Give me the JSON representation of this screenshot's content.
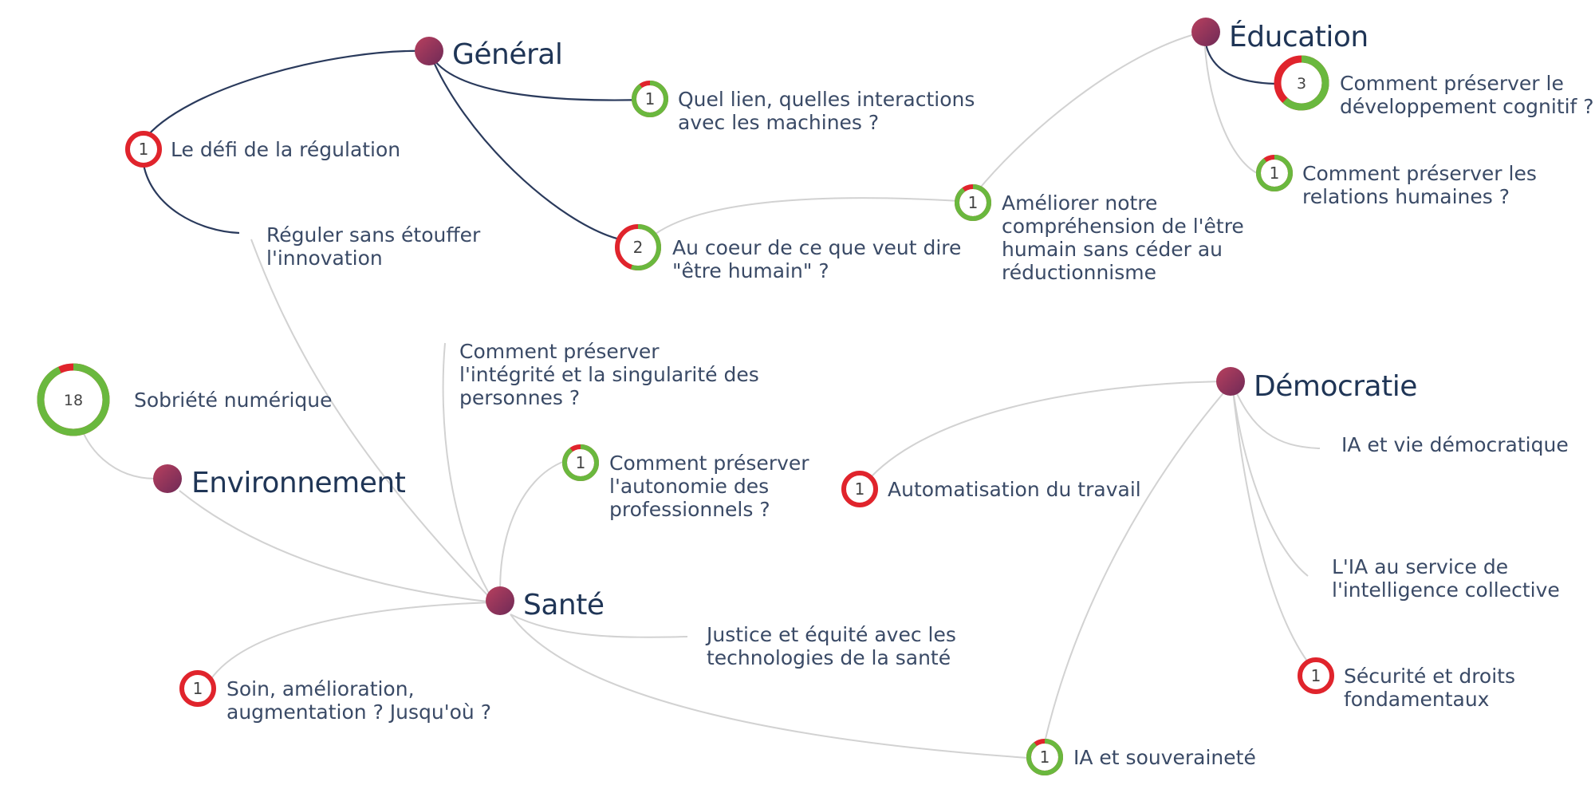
{
  "colors": {
    "hub": "#a23a5c",
    "hub_dark": "#7a2a55",
    "agree": "#6ab83e",
    "disagree": "#e0242c",
    "link_main": "#2a3a5c",
    "link_soft": "#d2d2d2",
    "text": "#3a4a66",
    "hub_text": "#1f3556"
  },
  "hubs": [
    {
      "id": "general",
      "label": "Général"
    },
    {
      "id": "education",
      "label": "Éducation"
    },
    {
      "id": "environnement",
      "label": "Environnement"
    },
    {
      "id": "sante",
      "label": "Santé"
    },
    {
      "id": "democratie",
      "label": "Démocratie"
    }
  ],
  "topics": [
    {
      "id": "regulation",
      "lines": [
        "Le défi de la régulation"
      ],
      "count": "1",
      "agree": 0.0
    },
    {
      "id": "lien",
      "lines": [
        "Quel lien, quelles interactions",
        "avec les machines ?"
      ],
      "count": "1",
      "agree": 0.9
    },
    {
      "id": "coeur",
      "lines": [
        "Au coeur de ce que veut dire",
        "\"être humain\" ?"
      ],
      "count": "2",
      "agree": 0.55
    },
    {
      "id": "innovation",
      "lines": [
        "Réguler sans étouffer",
        "l'innovation"
      ]
    },
    {
      "id": "ameliorer",
      "lines": [
        "Améliorer notre",
        "compréhension de l'être",
        "humain sans céder au",
        "réductionnisme"
      ],
      "count": "1",
      "agree": 0.9
    },
    {
      "id": "cognitif",
      "lines": [
        "Comment préserver le",
        "développement cognitif ?"
      ],
      "count": "3",
      "agree": 0.62
    },
    {
      "id": "relations",
      "lines": [
        "Comment préserver les",
        "relations humaines ?"
      ],
      "count": "1",
      "agree": 0.9
    },
    {
      "id": "sobriete",
      "lines": [
        "Sobriété numérique"
      ],
      "count": "18",
      "agree": 0.93
    },
    {
      "id": "integrite",
      "lines": [
        "Comment préserver",
        "l'intégrité et la singularité des",
        "personnes ?"
      ]
    },
    {
      "id": "autonomie",
      "lines": [
        "Comment préserver",
        "l'autonomie des",
        "professionnels ?"
      ],
      "count": "1",
      "agree": 0.9
    },
    {
      "id": "justice",
      "lines": [
        "Justice et équité avec les",
        "technologies de la santé"
      ]
    },
    {
      "id": "soin",
      "lines": [
        "Soin, amélioration,",
        "augmentation ? Jusqu'où ?"
      ],
      "count": "1",
      "agree": 0.0
    },
    {
      "id": "souverainete",
      "lines": [
        "IA et souveraineté"
      ],
      "count": "1",
      "agree": 0.9
    },
    {
      "id": "travail",
      "lines": [
        "Automatisation du travail"
      ],
      "count": "1",
      "agree": 0.0
    },
    {
      "id": "viedemo",
      "lines": [
        "IA et vie démocratique"
      ]
    },
    {
      "id": "collective",
      "lines": [
        "L'IA au service de",
        "l'intelligence collective"
      ]
    },
    {
      "id": "securite",
      "lines": [
        "Sécurité et droits",
        "fondamentaux"
      ],
      "count": "1",
      "agree": 0.0
    }
  ]
}
